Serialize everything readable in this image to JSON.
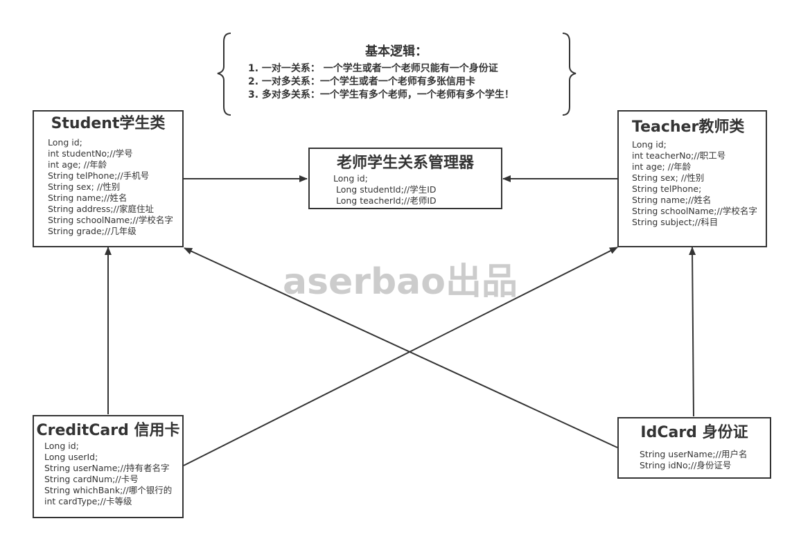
{
  "diagram": {
    "colors": {
      "line": "#333333",
      "watermark": "#cccccc",
      "background": "#ffffff"
    },
    "logic_note": {
      "heading": "基本逻辑：",
      "items": [
        "1. 一对一关系： 一个学生或者一个老师只能有一个身份证",
        "2. 一对多关系：一个学生或者一个老师有多张信用卡",
        "3. 多对多关系：一个学生有多个老师，一个老师有多个学生！"
      ]
    },
    "classes": {
      "student": {
        "title": "Student学生类",
        "fields": "Long id;\nint studentNo;//学号\nint age; //年龄\nString telPhone;//手机号\nString sex; //性别\nString name;//姓名\nString address;//家庭住址\nString schoolName;//学校名字\nString grade;//几年级"
      },
      "manager": {
        "title": "老师学生关系管理器",
        "fields": "Long id;\n Long studentId;//学生ID\n Long teacherId;//老师ID"
      },
      "teacher": {
        "title": "Teacher教师类",
        "fields": "Long id;\nint teacherNo;//职工号\nint age; //年龄\nString sex; //性别\nString telPhone;\nString name;//姓名\nString schoolName;//学校名字\nString subject;//科目"
      },
      "credit_card": {
        "title": "CreditCard 信用卡",
        "fields": "Long id;\nLong userId;\nString userName;//持有者名字\nString cardNum;//卡号\nString whichBank;//哪个银行的\nint cardType;//卡等级"
      },
      "id_card": {
        "title": "IdCard 身份证",
        "fields": "String userName;//用户名\nString idNo;//身份证号"
      }
    },
    "relations": [
      {
        "from": "Student学生类",
        "to": "老师学生关系管理器"
      },
      {
        "from": "Teacher教师类",
        "to": "老师学生关系管理器"
      },
      {
        "from": "CreditCard 信用卡",
        "to": "Student学生类"
      },
      {
        "from": "CreditCard 信用卡",
        "to": "Teacher教师类"
      },
      {
        "from": "IdCard 身份证",
        "to": "Student学生类"
      },
      {
        "from": "IdCard 身份证",
        "to": "Teacher教师类"
      }
    ],
    "watermark": "aserbao出品"
  }
}
